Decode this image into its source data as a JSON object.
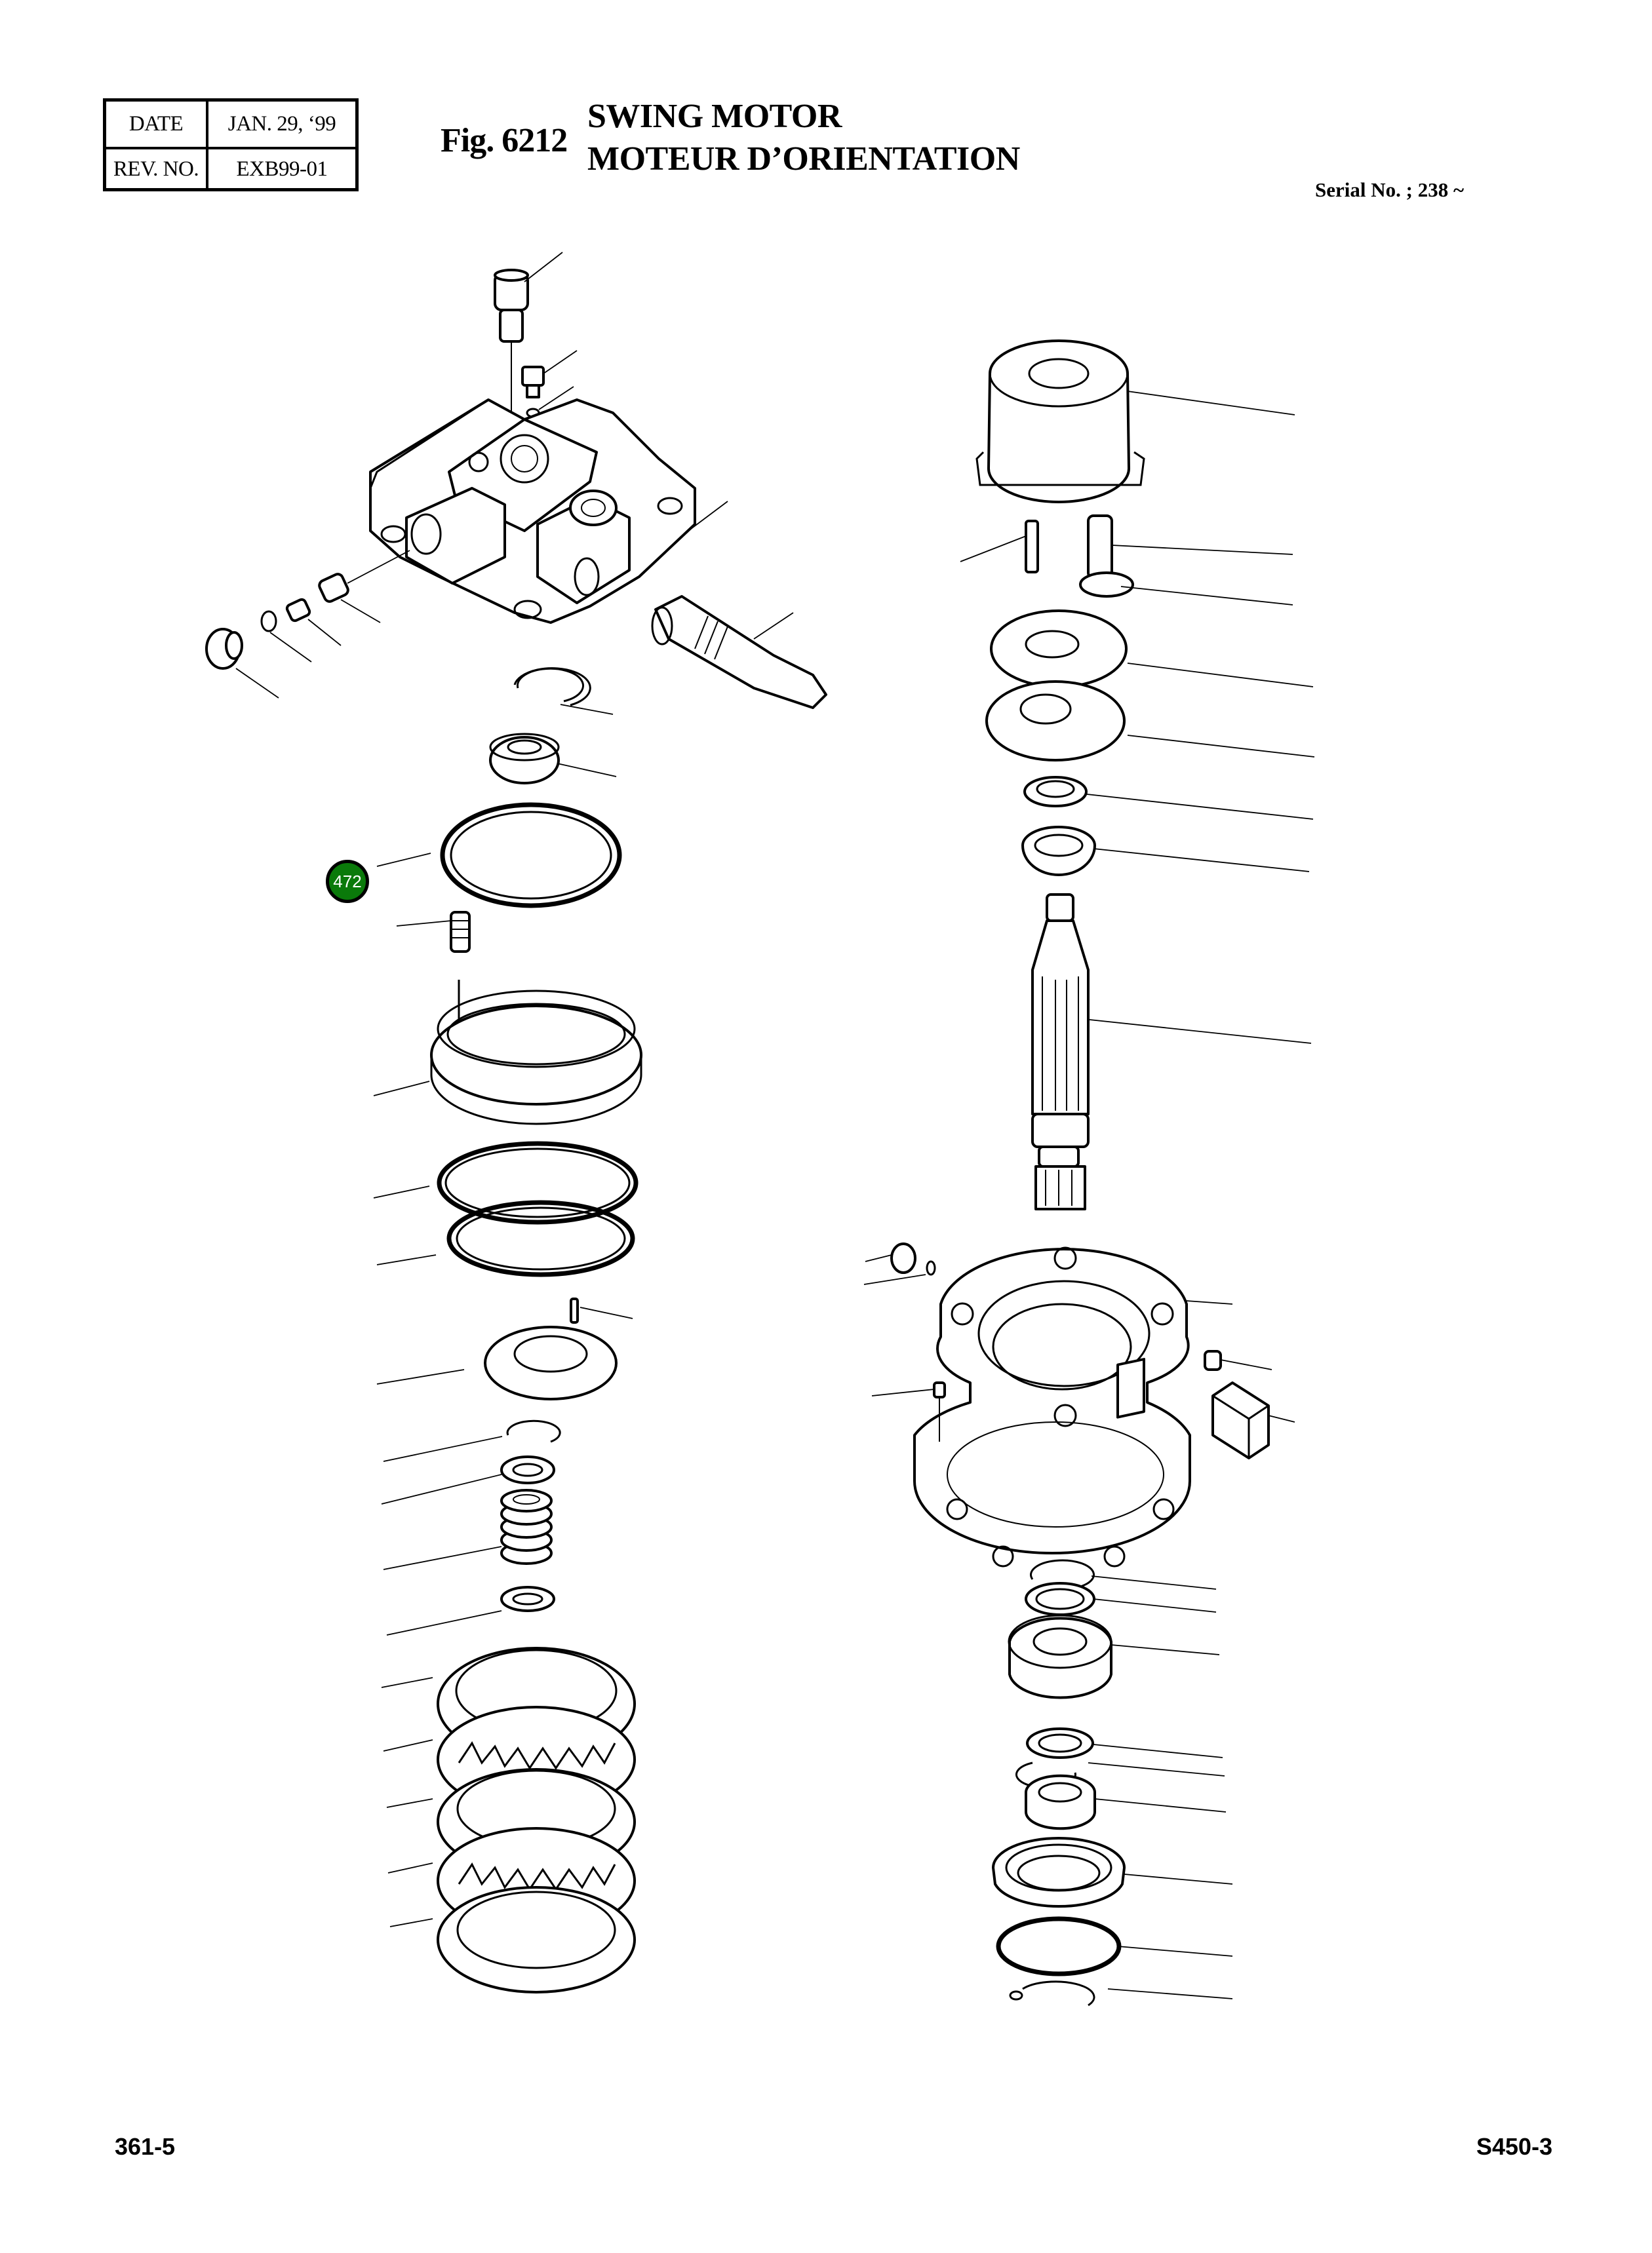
{
  "header": {
    "revision_table": {
      "date_label": "DATE",
      "date_value": "JAN. 29, ‘99",
      "rev_label": "REV. NO.",
      "rev_value": "EXB99-01"
    },
    "figure_number": "Fig. 6212",
    "title_en": "SWING MOTOR",
    "title_fr": "MOTEUR D’ORIENTATION",
    "serial": "Serial No. ; 238 ~"
  },
  "diagram": {
    "description": "Exploded view of swing motor assembly",
    "callouts": [
      {
        "label": "472",
        "color": "#0a7a0a",
        "text_color": "#ffffff"
      }
    ]
  },
  "footer": {
    "page_number": "361-5",
    "model": "S450-3"
  }
}
